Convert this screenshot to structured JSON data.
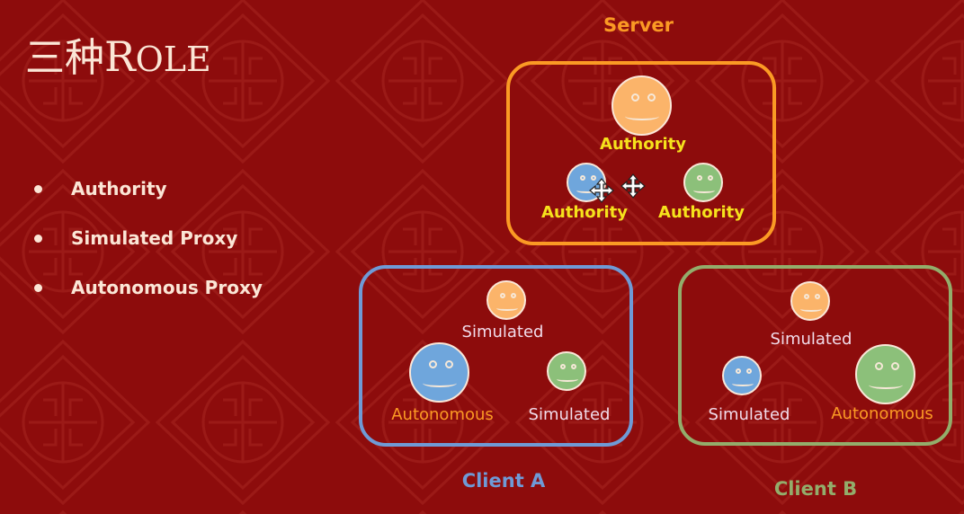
{
  "title": {
    "cn": "三种",
    "en_first": "R",
    "en_rest": "OLE"
  },
  "bullets": [
    "Authority",
    "Simulated Proxy",
    "Autonomous Proxy"
  ],
  "colors": {
    "background": "#8d0c0c",
    "orange": "#fbb46a",
    "blue": "#6fa6dc",
    "green": "#8cc07a",
    "server_border": "#fb9a24",
    "client_a_border": "#6f9ad6",
    "client_b_border": "#93ad6b",
    "authority_text": "#f6e21c",
    "simulated_text": "#f1dcea",
    "autonomous_text": "#fb9a24"
  },
  "server": {
    "heading": "Server",
    "actors": [
      {
        "color": "orange",
        "role": "Authority",
        "size": "large"
      },
      {
        "color": "blue",
        "role": "Authority",
        "size": "small"
      },
      {
        "color": "green",
        "role": "Authority",
        "size": "small"
      }
    ]
  },
  "client_a": {
    "heading": "Client A",
    "actors": [
      {
        "color": "orange",
        "role": "Simulated",
        "size": "small"
      },
      {
        "color": "blue",
        "role": "Autonomous",
        "size": "large"
      },
      {
        "color": "green",
        "role": "Simulated",
        "size": "small"
      }
    ]
  },
  "client_b": {
    "heading": "Client B",
    "actors": [
      {
        "color": "orange",
        "role": "Simulated",
        "size": "small"
      },
      {
        "color": "blue",
        "role": "Simulated",
        "size": "small"
      },
      {
        "color": "green",
        "role": "Autonomous",
        "size": "large"
      }
    ]
  },
  "cursor_icons": [
    "move-cursor",
    "move-cursor"
  ]
}
